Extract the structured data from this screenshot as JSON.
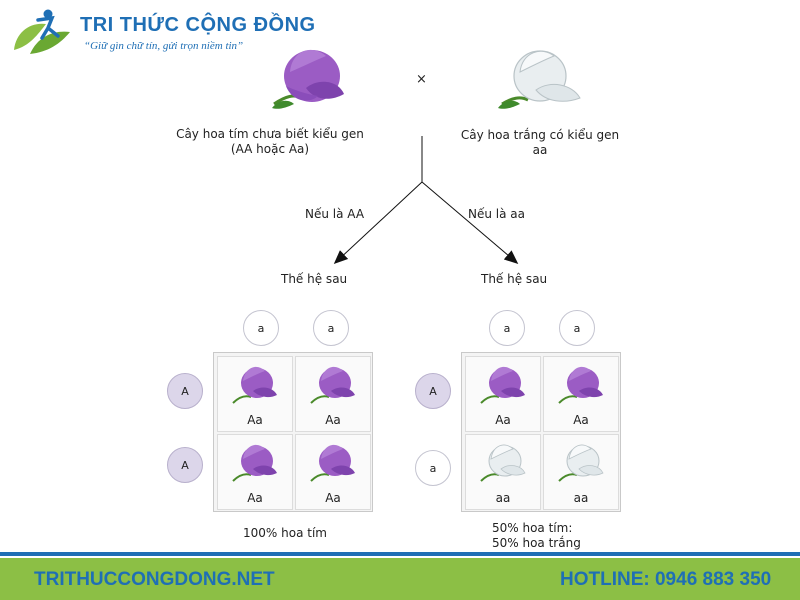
{
  "header": {
    "brand_name": "TRI THỨC CỘNG ĐỒNG",
    "slogan": "“Giữ gìn chữ tín, gửi trọn niềm tin”"
  },
  "parents": {
    "cross_symbol": "×",
    "left_label_line1": "Cây hoa tím chưa biết kiểu gen",
    "left_label_line2": "(AA hoặc Aa)",
    "right_label_line1": "Cây hoa trắng có kiểu gen",
    "right_label_line2": "aa"
  },
  "branches": {
    "left_condition": "Nếu là AA",
    "right_condition": "Nếu là aa",
    "left_generation": "Thế hệ sau",
    "right_generation": "Thế hệ sau"
  },
  "left_square": {
    "col_gametes": [
      "a",
      "a"
    ],
    "row_gametes": [
      "A",
      "A"
    ],
    "cells": [
      "Aa",
      "Aa",
      "Aa",
      "Aa"
    ],
    "result": "100% hoa tím"
  },
  "right_square": {
    "col_gametes": [
      "a",
      "a"
    ],
    "row_gametes": [
      "A",
      "a"
    ],
    "cells": [
      "Aa",
      "Aa",
      "aa",
      "aa"
    ],
    "result_line1": "50% hoa tím:",
    "result_line2": "50% hoa trắng"
  },
  "footer": {
    "website": "TRITHUCCONGDONG.NET",
    "hotline": "HOTLINE: 0946 883 350"
  },
  "colors": {
    "brand_blue": "#1f6fb5",
    "footer_green": "#8cbf45",
    "purple_flower": "#9b5cc4",
    "white_flower": "#e9eef0"
  }
}
